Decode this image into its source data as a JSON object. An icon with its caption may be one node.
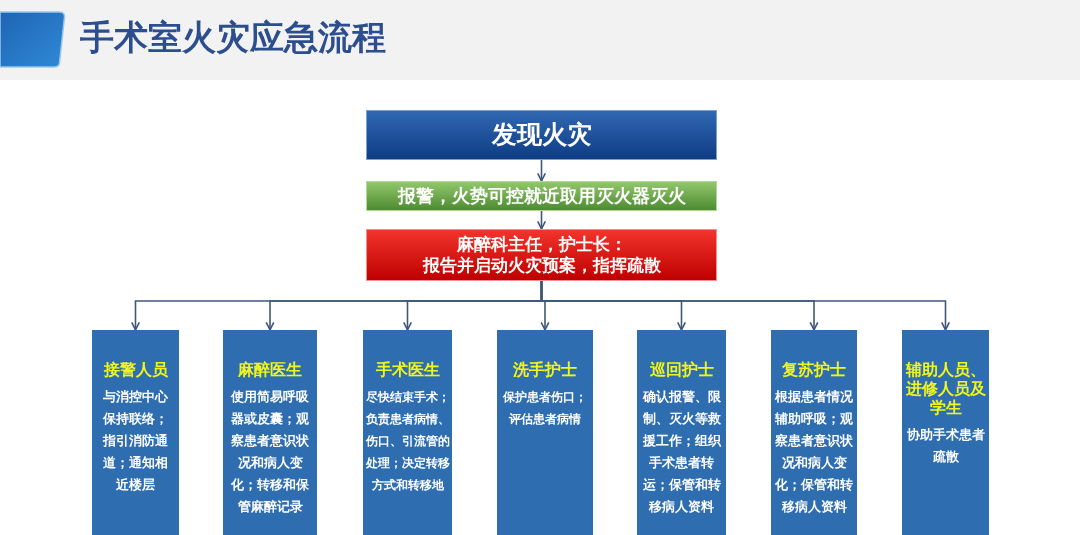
{
  "diagram": {
    "title": "手术室火灾应急流程",
    "nodes": [
      {
        "text": [
          "发现火灾"
        ]
      },
      {
        "text": [
          "报警，火势可控就近取用灭火器灭火"
        ]
      },
      {
        "text": [
          "麻醉科主任，护士长：",
          "报告并启动火灾预案，指挥疏散"
        ]
      },
      {
        "text": [
          "接警人员",
          "与消控中心保持联络；指引消防通道；通知相近楼层"
        ]
      },
      {
        "text": [
          "麻醉医生",
          "使用简易呼吸器或皮囊；观察患者意识状况和病人变化；转移和保管麻醉记录"
        ]
      },
      {
        "text": [
          "手术医生",
          "尽快结束手术；负责患者病情、伤口、引流管的处理；决定转移方式和转移地"
        ]
      },
      {
        "text": [
          "洗手护士",
          "保护患者伤口；评估患者病情"
        ]
      },
      {
        "text": [
          "巡回护士",
          "确认报警、限制、灭火等救援工作；组织手术患者转运；保管和转移病人资料"
        ]
      },
      {
        "text": [
          "复苏护士",
          "根据患者情况辅助呼吸；观察患者意识状况和病人变化；保管和转移病人资料"
        ]
      },
      {
        "text": [
          "辅助人员、进修人员及学生",
          "协助手术患者疏散"
        ]
      }
    ],
    "edges": [
      {
        "from": 0,
        "to": 1,
        "arrow": "to"
      },
      {
        "from": 1,
        "to": 2,
        "arrow": "to"
      },
      {
        "from": 2,
        "to": 3,
        "arrow": "to"
      },
      {
        "from": 2,
        "to": 4,
        "arrow": "to"
      },
      {
        "from": 2,
        "to": 5,
        "arrow": "to"
      },
      {
        "from": 2,
        "to": 6,
        "arrow": "to"
      },
      {
        "from": 2,
        "to": 7,
        "arrow": "to"
      },
      {
        "from": 2,
        "to": 8,
        "arrow": "to"
      },
      {
        "from": 2,
        "to": 9,
        "arrow": "to"
      }
    ]
  }
}
